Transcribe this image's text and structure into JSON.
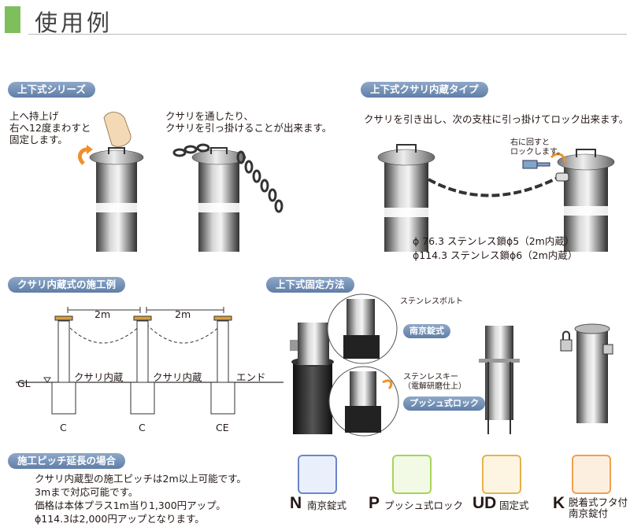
{
  "page_title": "使用例",
  "sections": {
    "updown_series": {
      "heading": "上下式シリーズ",
      "caption_left": [
        "上へ持上げ",
        "右へ12度まわすと",
        "固定します。"
      ],
      "caption_right": [
        "クサリを通したり、",
        "クサリを引っ掛けることが出来ます。"
      ]
    },
    "updown_chain_built_in": {
      "heading": "上下式クサリ内蔵タイプ",
      "caption": "クサリを引き出し、次の支柱に引っ掛けてロック出来ます。",
      "lock_note": [
        "右に回すと",
        "ロックします。"
      ],
      "specs": [
        "ϕ  76.3  ステンレス鎖ϕ5（2m内蔵）",
        "ϕ114.3  ステンレス鎖ϕ6（2m内蔵）"
      ]
    },
    "chain_installation": {
      "heading": "クサリ内蔵式の施工例",
      "span_1": "2m",
      "span_2": "2m",
      "gl_label": "GL",
      "post_label_1": "クサリ内蔵",
      "post_label_2": "クサリ内蔵",
      "end_label": "エンド",
      "foot_1": "C",
      "foot_2": "C",
      "foot_3": "CE"
    },
    "fixing_method": {
      "heading": "上下式固定方法",
      "bolt_label": "ステンレスボルト",
      "padlock_label": "南京錠式",
      "key_label": [
        "ステンレスキー",
        "（電解研磨仕上）"
      ],
      "push_label": "プッシュ式ロック"
    },
    "pitch_extension": {
      "heading": "施工ピッチ延長の場合",
      "lines": [
        "クサリ内蔵型の施工ピッチは2m以上可能です。",
        "3mまで対応可能です。",
        "価格は本体プラス1m当り1,300円アップ。",
        "ϕ114.3は2,000円アップとなります。"
      ]
    }
  },
  "legend": [
    {
      "letter": "N",
      "label": "南京錠式",
      "color": "#6b86c8",
      "icon": "padlock-type-icon"
    },
    {
      "letter": "P",
      "label": "プッシュ式ロック",
      "color": "#a6d45a",
      "icon": "push-lock-type-icon"
    },
    {
      "letter": "UD",
      "label": "固定式",
      "color": "#e6b24a",
      "icon": "fixed-type-icon"
    },
    {
      "letter": "K",
      "label_lines": [
        "脱着式フタ付",
        "南京錠付"
      ],
      "color": "#f0a050",
      "icon": "removable-lid-icon"
    }
  ]
}
